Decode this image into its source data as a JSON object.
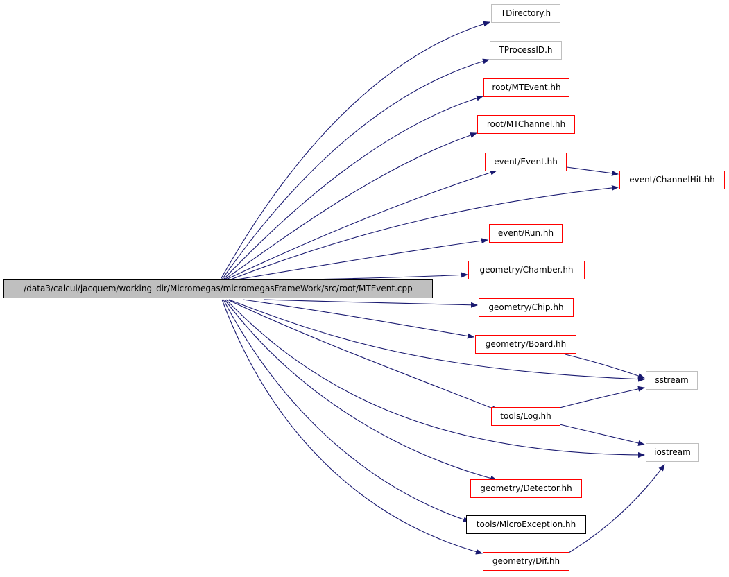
{
  "colors": {
    "edge": "#191970",
    "header_border": "#ff0000",
    "external_border": "#bfbfbf",
    "no_doc_border": "#000000",
    "root_fill": "#bfbfbf"
  },
  "graph": {
    "root": "/data3/calcul/jacquem/working_dir/Micromegas/micromegasFrameWork/src/root/MTEvent.cpp",
    "nodes": {
      "tdirectory": "TDirectory.h",
      "tprocessid": "TProcessID.h",
      "mtevent": "root/MTEvent.hh",
      "mtchannel": "root/MTChannel.hh",
      "event": "event/Event.hh",
      "channelhit": "event/ChannelHit.hh",
      "run": "event/Run.hh",
      "chamber": "geometry/Chamber.hh",
      "chip": "geometry/Chip.hh",
      "board": "geometry/Board.hh",
      "sstream": "sstream",
      "log": "tools/Log.hh",
      "iostream": "iostream",
      "detector": "geometry/Detector.hh",
      "microexception": "tools/MicroException.hh",
      "dif": "geometry/Dif.hh"
    }
  }
}
